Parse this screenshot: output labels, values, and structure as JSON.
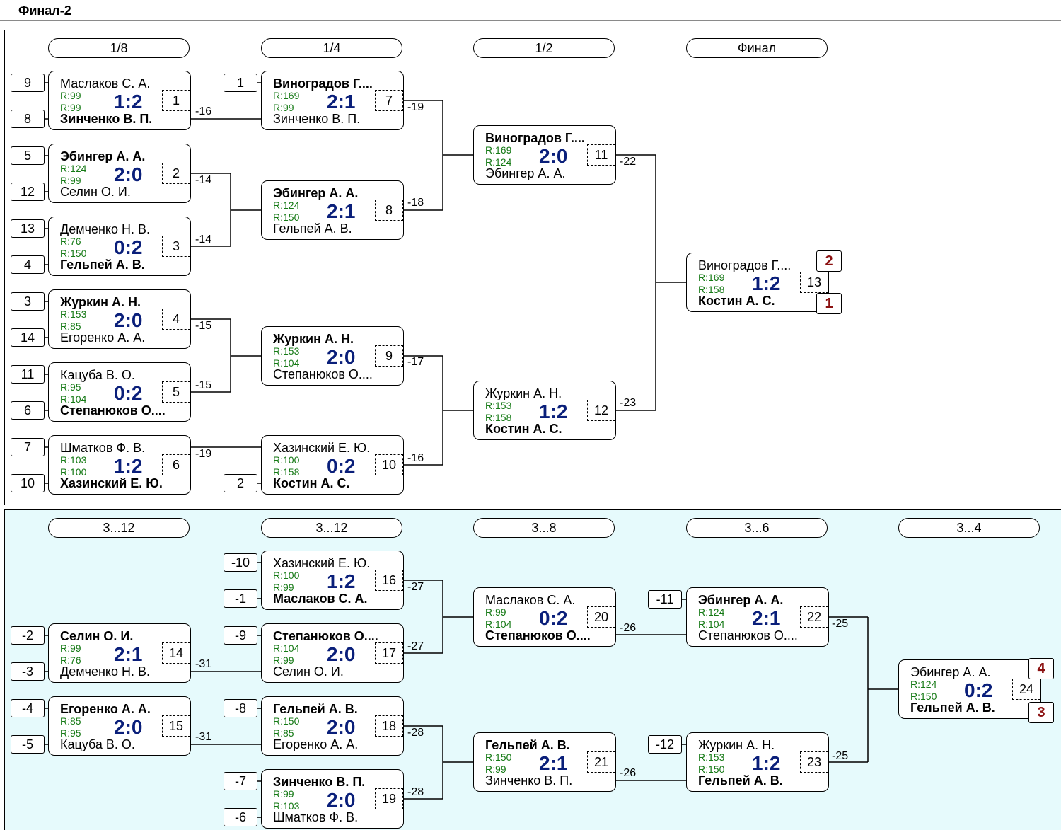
{
  "title": "Финал-2",
  "main_stages": [
    "1/8",
    "1/4",
    "1/2",
    "Финал"
  ],
  "cons_stages": [
    "3...12",
    "3...12",
    "3...8",
    "3...6",
    "3...4"
  ],
  "matches": [
    {
      "num": "1",
      "p1": "Маслаков С. А.",
      "p2": "Зинченко В. П.",
      "r1": "R:99",
      "r2": "R:99",
      "score": "1:2",
      "winner": 2
    },
    {
      "num": "2",
      "p1": "Эбингер А. А.",
      "p2": "Селин О. И.",
      "r1": "R:124",
      "r2": "R:99",
      "score": "2:0",
      "winner": 1
    },
    {
      "num": "3",
      "p1": "Демченко Н. В.",
      "p2": "Гельпей А. В.",
      "r1": "R:76",
      "r2": "R:150",
      "score": "0:2",
      "winner": 2
    },
    {
      "num": "4",
      "p1": "Журкин А. Н.",
      "p2": "Егоренко А. А.",
      "r1": "R:153",
      "r2": "R:85",
      "score": "2:0",
      "winner": 1
    },
    {
      "num": "5",
      "p1": "Кацуба В. О.",
      "p2": "Степанюков О....",
      "r1": "R:95",
      "r2": "R:104",
      "score": "0:2",
      "winner": 2
    },
    {
      "num": "6",
      "p1": "Шматков Ф. В.",
      "p2": "Хазинский Е. Ю.",
      "r1": "R:103",
      "r2": "R:100",
      "score": "1:2",
      "winner": 2
    },
    {
      "num": "7",
      "p1": "Виноградов Г....",
      "p2": "Зинченко В. П.",
      "r1": "R:169",
      "r2": "R:99",
      "score": "2:1",
      "winner": 1
    },
    {
      "num": "8",
      "p1": "Эбингер А. А.",
      "p2": "Гельпей А. В.",
      "r1": "R:124",
      "r2": "R:150",
      "score": "2:1",
      "winner": 1
    },
    {
      "num": "9",
      "p1": "Журкин А. Н.",
      "p2": "Степанюков О....",
      "r1": "R:153",
      "r2": "R:104",
      "score": "2:0",
      "winner": 1
    },
    {
      "num": "10",
      "p1": "Хазинский Е. Ю.",
      "p2": "Костин А. С.",
      "r1": "R:100",
      "r2": "R:158",
      "score": "0:2",
      "winner": 2
    },
    {
      "num": "11",
      "p1": "Виноградов Г....",
      "p2": "Эбингер А. А.",
      "r1": "R:169",
      "r2": "R:124",
      "score": "2:0",
      "winner": 1
    },
    {
      "num": "12",
      "p1": "Журкин А. Н.",
      "p2": "Костин А. С.",
      "r1": "R:153",
      "r2": "R:158",
      "score": "1:2",
      "winner": 2
    },
    {
      "num": "13",
      "p1": "Виноградов Г....",
      "p2": "Костин А. С.",
      "r1": "R:169",
      "r2": "R:158",
      "score": "1:2",
      "winner": 2
    },
    {
      "num": "14",
      "p1": "Селин О. И.",
      "p2": "Демченко Н. В.",
      "r1": "R:99",
      "r2": "R:76",
      "score": "2:1",
      "winner": 1
    },
    {
      "num": "15",
      "p1": "Егоренко А. А.",
      "p2": "Кацуба В. О.",
      "r1": "R:85",
      "r2": "R:95",
      "score": "2:0",
      "winner": 1
    },
    {
      "num": "16",
      "p1": "Хазинский Е. Ю.",
      "p2": "Маслаков С. А.",
      "r1": "R:100",
      "r2": "R:99",
      "score": "1:2",
      "winner": 2
    },
    {
      "num": "17",
      "p1": "Степанюков О....",
      "p2": "Селин О. И.",
      "r1": "R:104",
      "r2": "R:99",
      "score": "2:0",
      "winner": 1
    },
    {
      "num": "18",
      "p1": "Гельпей А. В.",
      "p2": "Егоренко А. А.",
      "r1": "R:150",
      "r2": "R:85",
      "score": "2:0",
      "winner": 1
    },
    {
      "num": "19",
      "p1": "Зинченко В. П.",
      "p2": "Шматков Ф. В.",
      "r1": "R:99",
      "r2": "R:103",
      "score": "2:0",
      "winner": 1
    },
    {
      "num": "20",
      "p1": "Маслаков С. А.",
      "p2": "Степанюков О....",
      "r1": "R:99",
      "r2": "R:104",
      "score": "0:2",
      "winner": 2
    },
    {
      "num": "21",
      "p1": "Гельпей А. В.",
      "p2": "Зинченко В. П.",
      "r1": "R:150",
      "r2": "R:99",
      "score": "2:1",
      "winner": 1
    },
    {
      "num": "22",
      "p1": "Эбингер А. А.",
      "p2": "Степанюков О....",
      "r1": "R:124",
      "r2": "R:104",
      "score": "2:1",
      "winner": 1
    },
    {
      "num": "23",
      "p1": "Журкин А. Н.",
      "p2": "Гельпей А. В.",
      "r1": "R:153",
      "r2": "R:150",
      "score": "1:2",
      "winner": 2
    },
    {
      "num": "24",
      "p1": "Эбингер А. А.",
      "p2": "Гельпей А. В.",
      "r1": "R:124",
      "r2": "R:150",
      "score": "0:2",
      "winner": 2
    }
  ],
  "seeds": [
    "9",
    "8",
    "5",
    "12",
    "13",
    "4",
    "3",
    "14",
    "11",
    "6",
    "7",
    "10",
    "1",
    "2",
    "-10",
    "-1",
    "-9",
    "-2",
    "-3",
    "-4",
    "-5",
    "-8",
    "-7",
    "-6",
    "-11",
    "-12"
  ],
  "loser_labels": [
    "-16",
    "-14",
    "-14",
    "-15",
    "-15",
    "-19",
    "-19",
    "-18",
    "-17",
    "-16",
    "-22",
    "-23",
    "-31",
    "-31",
    "-27",
    "-27",
    "-28",
    "-28",
    "-26",
    "-26",
    "-25",
    "-25"
  ],
  "places": [
    "2",
    "1",
    "4",
    "3"
  ]
}
